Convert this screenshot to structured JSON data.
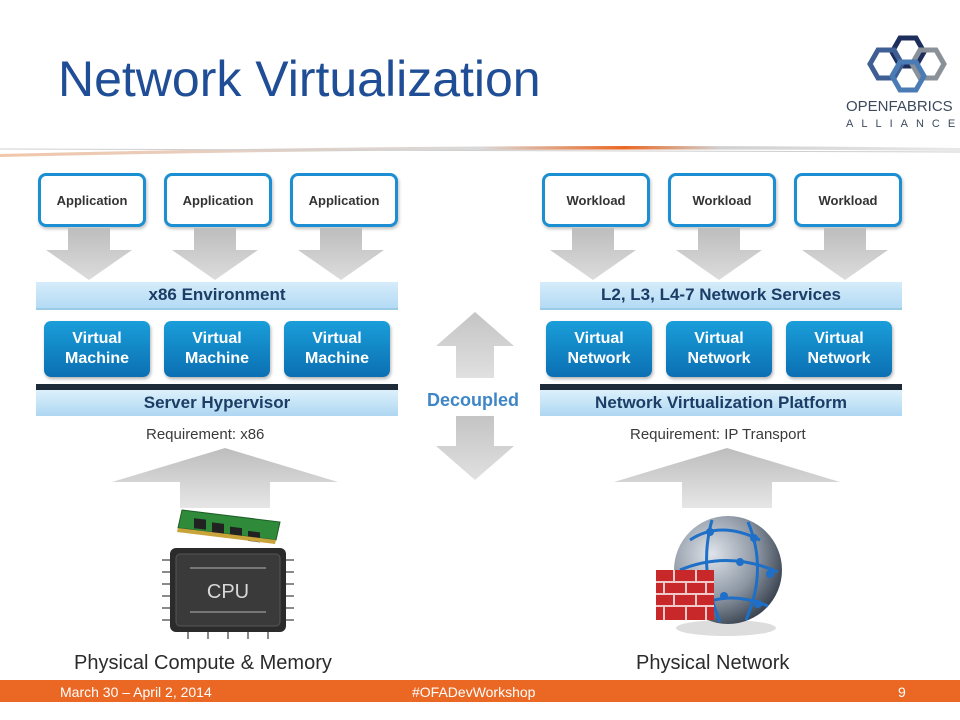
{
  "slide": {
    "title": "Network Virtualization",
    "logo": {
      "line1": "OPENFABRICS",
      "line2": "ALLIANCE"
    }
  },
  "left": {
    "apps": [
      "Application",
      "Application",
      "Application"
    ],
    "environment": "x86 Environment",
    "vms": [
      "Virtual\nMachine",
      "Virtual\nMachine",
      "Virtual\nMachine"
    ],
    "platform": "Server Hypervisor",
    "requirement": "Requirement: x86",
    "physical_label": "Physical Compute & Memory",
    "chip_label": "CPU"
  },
  "right": {
    "workloads": [
      "Workload",
      "Workload",
      "Workload"
    ],
    "services": "L2, L3, L4-7 Network Services",
    "networks": [
      "Virtual\nNetwork",
      "Virtual\nNetwork",
      "Virtual\nNetwork"
    ],
    "platform": "Network Virtualization Platform",
    "requirement": "Requirement: IP Transport",
    "physical_label": "Physical Network"
  },
  "center": {
    "label": "Decoupled"
  },
  "footer": {
    "date": "March 30 – April 2, 2014",
    "hashtag": "#OFADevWorkshop",
    "page": "9"
  },
  "colors": {
    "title": "#1f4e96",
    "accent_blue": "#1c8fd2",
    "footer": "#ea6824"
  }
}
